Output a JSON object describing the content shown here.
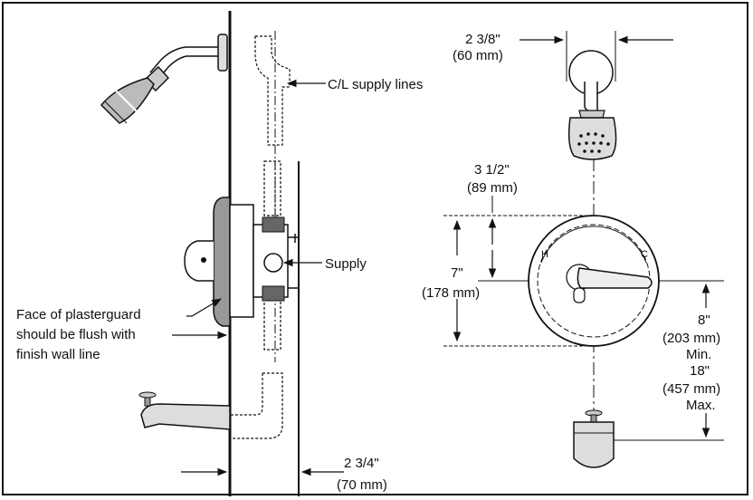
{
  "labels": {
    "cl_supply_lines": "C/L supply lines",
    "supply": "Supply",
    "face_line1": "Face of plasterguard",
    "face_line2": "should be flush with",
    "face_line3": "finish wall line",
    "dim_arm_in": "2 3/8\"",
    "dim_arm_mm": "(60 mm)",
    "dim_trim_in": "3 1/2\"",
    "dim_trim_mm": "(89 mm)",
    "dim_height_in": "7\"",
    "dim_height_mm": "(178 mm)",
    "dim_min_in": "8\"",
    "dim_min_mm": "(203 mm)",
    "dim_min_word": "Min.",
    "dim_max_in": "18\"",
    "dim_max_mm": "(457 mm)",
    "dim_max_word": "Max.",
    "dim_depth_in": "2 3/4\"",
    "dim_depth_mm": "(70 mm)"
  },
  "handle_marks": {
    "hot": "H",
    "cold": "C"
  }
}
